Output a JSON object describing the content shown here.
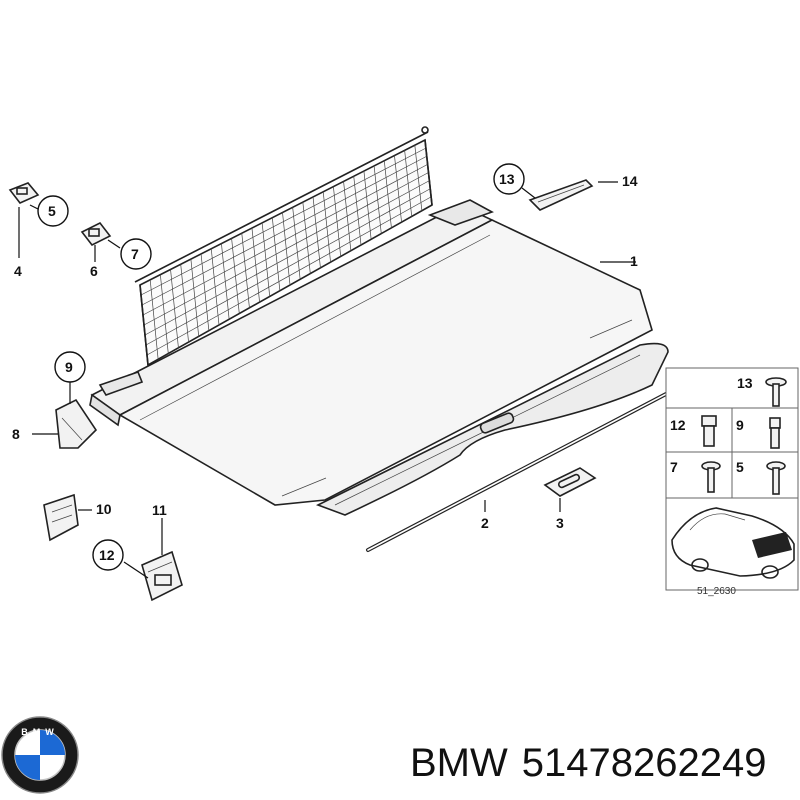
{
  "diagram": {
    "callouts": [
      {
        "id": "c1",
        "label": "1"
      },
      {
        "id": "c2",
        "label": "2"
      },
      {
        "id": "c3",
        "label": "3"
      },
      {
        "id": "c4",
        "label": "4"
      },
      {
        "id": "c5",
        "label": "5"
      },
      {
        "id": "c6",
        "label": "6"
      },
      {
        "id": "c7",
        "label": "7"
      },
      {
        "id": "c8",
        "label": "8"
      },
      {
        "id": "c9",
        "label": "9"
      },
      {
        "id": "c10",
        "label": "10"
      },
      {
        "id": "c11",
        "label": "11"
      },
      {
        "id": "c12",
        "label": "12"
      },
      {
        "id": "c13",
        "label": "13"
      },
      {
        "id": "c14",
        "label": "14"
      }
    ],
    "fastener_panel": {
      "labels": [
        "13",
        "12",
        "9",
        "7",
        "5"
      ]
    },
    "reference_code": "51_2630"
  },
  "brand": {
    "name": "BMW",
    "part_number": "51478262249",
    "logo_letters": "BMW"
  },
  "colors": {
    "logo_blue": "#1c69d4",
    "logo_ring": "#1a1a1a",
    "line": "#222222"
  }
}
